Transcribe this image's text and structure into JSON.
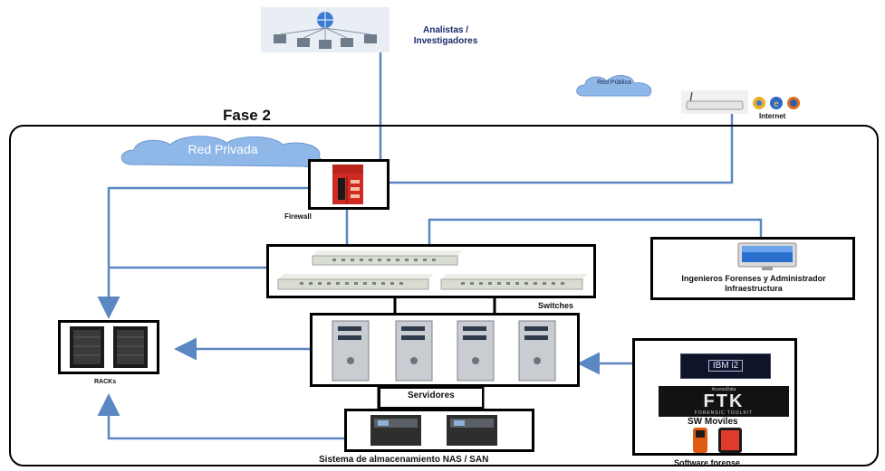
{
  "phase_title": "Fase 2",
  "analysts_label": "Analistas / Investigadores",
  "public_network_label": "Red Pública",
  "internet_label": "Internet",
  "private_network_label": "Red Privada",
  "firewall_label": "Firewall",
  "switches_label": "Switches",
  "engineers_label": "Ingenieros Forenses y Administrador Infraestructura",
  "servers_label": "Servidores",
  "racks_label": "RACKs",
  "storage_label": "Sistema de almacenamiento NAS / SAN",
  "software": {
    "title": "Software forense",
    "ibm_label": "IBM i2",
    "ftk_label": "FTK",
    "ftk_top": "AccessData",
    "ftk_bottom": "FORENSIC TOOLKIT",
    "mobile_label": "SW Moviles"
  },
  "colors": {
    "link": "#5b87c2",
    "frame": "#000000",
    "cloud": "#8fb7e8"
  }
}
